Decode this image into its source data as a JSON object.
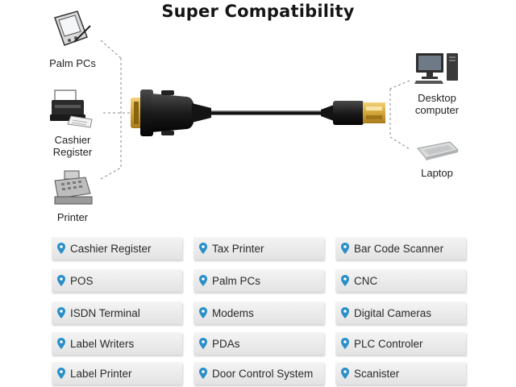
{
  "title": "Super Compatibility",
  "left_devices": [
    {
      "label": "Palm PCs",
      "icon": "palm-pc-icon"
    },
    {
      "label": "Cashier\nRegister",
      "icon": "receipt-printer-icon"
    },
    {
      "label": "Printer",
      "icon": "cash-register-icon"
    }
  ],
  "right_devices": [
    {
      "label": "Desktop\ncomputer",
      "icon": "desktop-computer-icon"
    },
    {
      "label": "Laptop",
      "icon": "laptop-icon"
    }
  ],
  "compat_list": [
    [
      "Cashier Register",
      "Tax Printer",
      "Bar Code Scanner"
    ],
    [
      "POS",
      "Palm PCs",
      "CNC"
    ],
    [
      "ISDN Terminal",
      "Modems",
      "Digital Cameras"
    ],
    [
      "Label Writers",
      "PDAs",
      "PLC Controler"
    ],
    [
      "Label Printer",
      "Door Control System",
      "Scanister"
    ]
  ],
  "colors": {
    "pin": "#2a8fc8",
    "cable": "#1a1a1a",
    "usb_gold": "#d4a63a"
  },
  "icons": {
    "list_marker": "location-pin-icon"
  }
}
